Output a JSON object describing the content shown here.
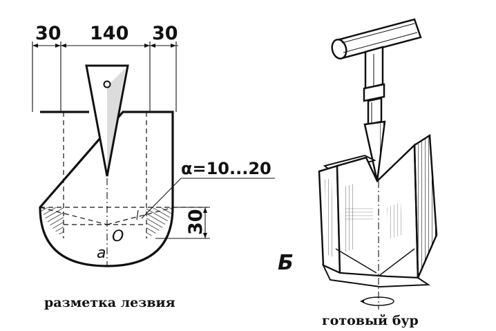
{
  "left_drawing": {
    "dim_left": "30",
    "dim_center": "140",
    "dim_right": "30",
    "angle_label": "α=10...20",
    "height_dim": "30",
    "point_o": "O",
    "point_a": "a",
    "caption": "разметка лезвия"
  },
  "right_drawing": {
    "panel_label": "Б",
    "caption": "готовый бур"
  }
}
